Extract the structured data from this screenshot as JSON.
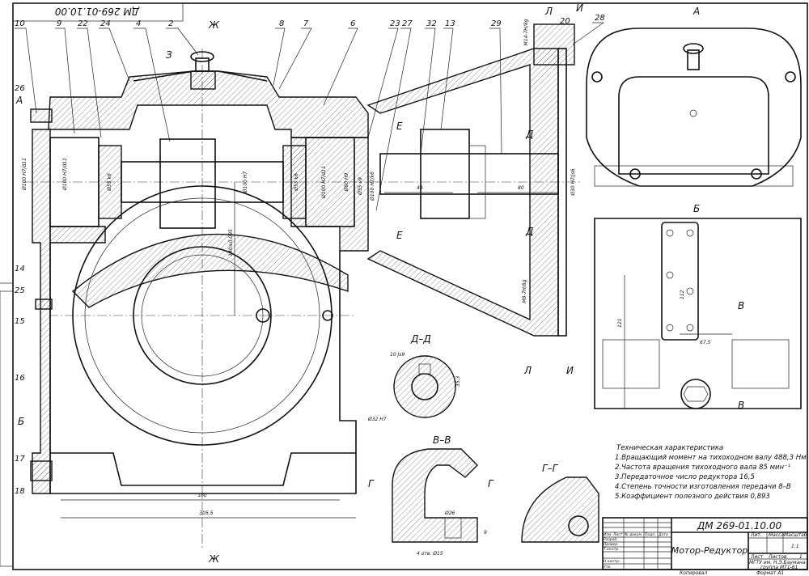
{
  "drawing_number": "ДМ 269-01.10.00",
  "drawing_number_rotated": "ДМ 269-01.10.00",
  "title": "Мотор-Редуктор",
  "callouts": [
    "10",
    "9",
    "22",
    "24",
    "4",
    "2",
    "8",
    "7",
    "6",
    "23",
    "27",
    "32",
    "13",
    "29",
    "28",
    "26",
    "14",
    "25",
    "15",
    "16",
    "17",
    "18",
    "20"
  ],
  "section_marks": {
    "zh_top": "Ж",
    "zh_bottom": "Ж",
    "z": "З",
    "a": "А",
    "b": "Б",
    "e_top": "Е",
    "e_bottom": "Е",
    "d_top": "Д",
    "d_bottom": "Д",
    "l_top": "Л",
    "l_bottom": "Л",
    "i_top": "И",
    "i_bottom": "И",
    "v_1": "В",
    "v_2": "В",
    "g_1": "Г",
    "g_2": "Г"
  },
  "views": {
    "a": "А",
    "b": "Б",
    "dd": "Д–Д",
    "vv": "В–В",
    "gg": "Г–Г"
  },
  "dimensions": {
    "d1": "Ø100 H7/d11",
    "d2": "Ø100 H7/d11",
    "d3": "Ø55 k6",
    "d4": "Ø100 H7",
    "d5": "Ø55 k6",
    "d6": "Ø100 H7/d11",
    "d7": "Ø80 H9",
    "d8": "Ø55 e9",
    "d9": "Ø100 H7/k6",
    "d10": "Ø30 H7/js6",
    "center": "140±0,095",
    "w48": "48",
    "w80": "80",
    "w180": "180",
    "w305": "305,5",
    "m14": "M14-7H/8g",
    "m8": "M8-7H/8g",
    "b112": "112",
    "b121": "121",
    "b67": "67,5",
    "key": "10 Js9",
    "k35": "35,3",
    "bore": "Ø32 H7",
    "hole26": "Ø26",
    "holes": "4 отв. Ø15",
    "h9": "9"
  },
  "specs": {
    "heading": "Техническая характеристика",
    "items": [
      "1.Вращающий момент на тихоходном валу 488,3 Нм",
      "2.Частота вращения тихоходного вала 85 мин⁻¹",
      "3.Передаточное число редуктора 16,5",
      "4.Степень точности изготовления передачи 8–В",
      "5.Коэффициент полезного действия 0,893"
    ]
  },
  "title_block": {
    "lit": "Лит.",
    "mass": "Масса",
    "scale": "Масштаб",
    "scale_value": "1:1",
    "sheet": "Лист",
    "sheets": "Листов",
    "sheets_value": "1",
    "org_line1": "МГТУ им. Н.Э.Баумана",
    "org_line2": "группа МТ1-61",
    "rows": [
      "Изм. Лист",
      "№ докум.",
      "Подп.",
      "Дата",
      "Разраб.",
      "Провер.",
      "Т.контр.",
      "Н.контр.",
      "Утв."
    ],
    "copied": "Копировал",
    "format": "Формат A1"
  }
}
